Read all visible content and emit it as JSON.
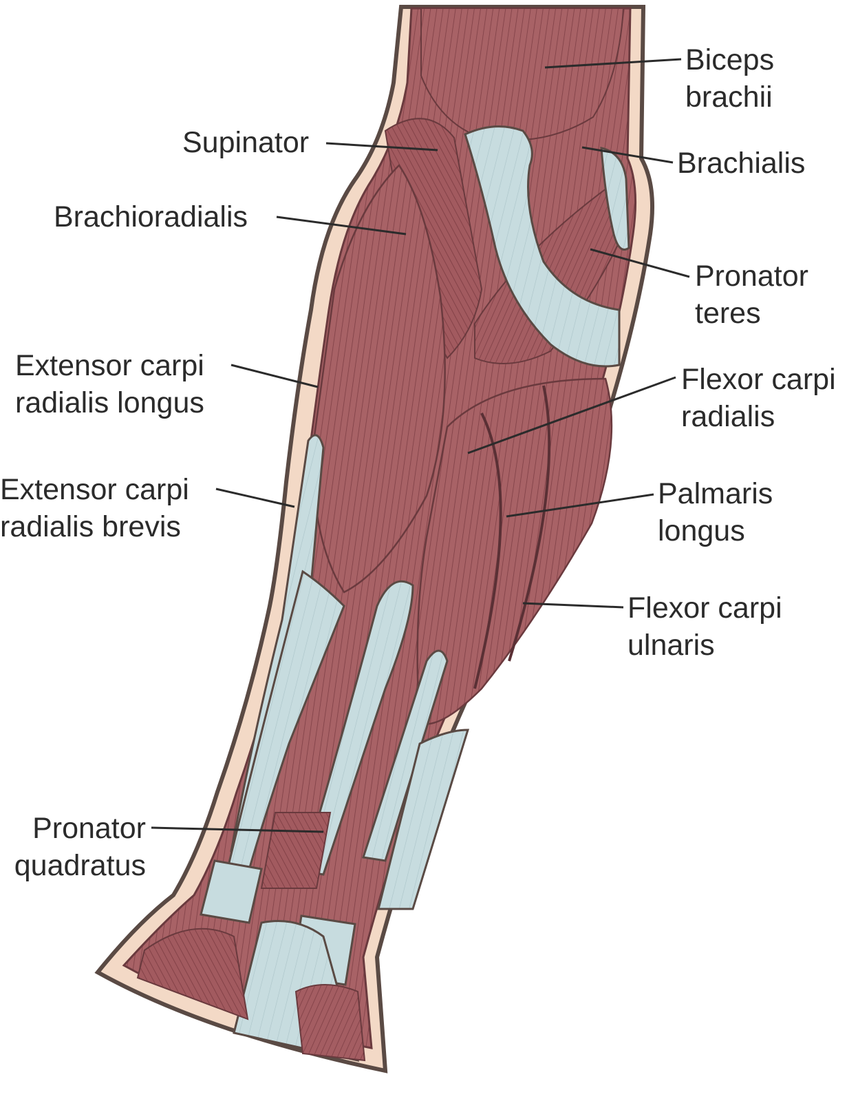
{
  "labels": {
    "biceps_brachii": {
      "line1": "Biceps",
      "line2": "brachii"
    },
    "supinator": {
      "line1": "Supinator"
    },
    "brachialis": {
      "line1": "Brachialis"
    },
    "brachioradialis": {
      "line1": "Brachioradialis"
    },
    "pronator_teres": {
      "line1": "Pronator",
      "line2": "teres"
    },
    "extensor_carpi_radialis_longus": {
      "line1": "Extensor carpi",
      "line2": "radialis longus"
    },
    "flexor_carpi_radialis": {
      "line1": "Flexor carpi",
      "line2": "radialis"
    },
    "extensor_carpi_radialis_brevis": {
      "line1": "Extensor carpi",
      "line2": "radialis brevis"
    },
    "palmaris_longus": {
      "line1": "Palmaris",
      "line2": "longus"
    },
    "flexor_carpi_ulnaris": {
      "line1": "Flexor carpi",
      "line2": "ulnaris"
    },
    "pronator_quadratus": {
      "line1": "Pronator",
      "line2": "quadratus"
    }
  },
  "colors": {
    "skin": "#f3d9c6",
    "muscle": "#a86266",
    "muscle_dark": "#7e3f45",
    "tendon": "#c7dcdf",
    "outline": "#5a4a44",
    "leader": "#2b2b2b"
  }
}
